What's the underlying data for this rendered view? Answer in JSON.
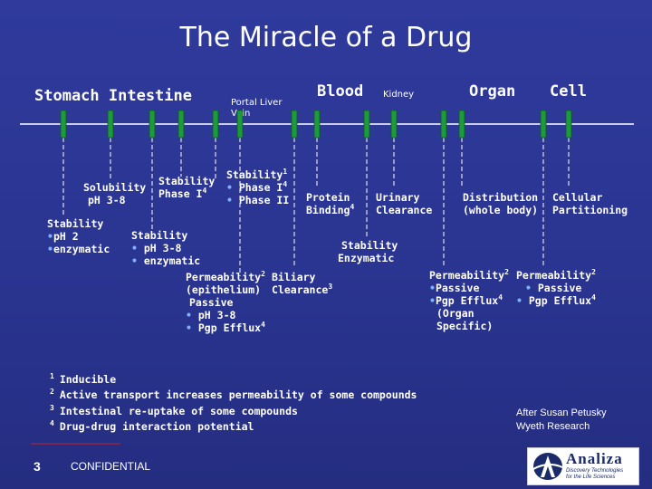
{
  "title": "The Miracle of a Drug",
  "headers": {
    "stomach_intestine": "Stomach Intestine",
    "portal_liver_vein_line1": "Portal Liver",
    "portal_liver_vein_line2": "Vein",
    "blood": "Blood",
    "kidney": "Kidney",
    "organ": "Organ",
    "cell": "Cell"
  },
  "labels": {
    "solubility": [
      "Solubility",
      "pH 3-8"
    ],
    "stability_phase1": [
      "Stability",
      "Phase I"
    ],
    "stability_ph2": {
      "title": "Stability",
      "items": [
        "pH 2",
        "enzymatic"
      ]
    },
    "stability_ph38": {
      "title": "Stability",
      "items": [
        "pH 3-8",
        "enzymatic"
      ]
    },
    "stability_liver": {
      "title": "Stability",
      "items": [
        "Phase I",
        "Phase II"
      ]
    },
    "protein_binding": [
      "Protein",
      "Binding"
    ],
    "urinary_clearance": [
      "Urinary",
      "Clearance"
    ],
    "stability_enzymatic": [
      "Stability",
      "Enzymatic"
    ],
    "permeability_epithelium": {
      "line1": "Permeability",
      "line2": "(epithelium)",
      "line3": "Passive",
      "items": [
        "pH 3-8",
        "Pgp Efflux"
      ]
    },
    "biliary_clearance": [
      "Biliary",
      "Clearance"
    ],
    "distribution": [
      "Distribution",
      "(whole body)"
    ],
    "cellular_partitioning": [
      "Cellular",
      "Partitioning"
    ],
    "permeability_organ": {
      "title": "Permeability",
      "items": [
        "Passive",
        "Pgp Efflux"
      ],
      "tail": [
        "(Organ",
        "Specific)"
      ]
    },
    "permeability_cell": {
      "title": "Permeability",
      "items": [
        "Passive",
        "Pgp Efflux"
      ]
    }
  },
  "footnotes": [
    {
      "num": "1",
      "text": "Inducible"
    },
    {
      "num": "2",
      "text": "Active transport increases permeability of some compounds"
    },
    {
      "num": "3",
      "text": "Intestinal re-uptake of some compounds"
    },
    {
      "num": "4",
      "text": "Drug-drug interaction potential"
    }
  ],
  "credit": [
    "After Susan Petusky",
    "Wyeth Research"
  ],
  "page_number": "3",
  "confidential": "CONFIDENTIAL",
  "logo": {
    "name": "Analiza",
    "tagline": [
      "Discovery Technologies",
      "for the Life Sciences"
    ]
  },
  "colors": {
    "background": "#2a3591",
    "text": "#ffffff",
    "timeline_marker": "#1e9a3c",
    "bullet": "#7fb0ff",
    "accent_line": "#cc2222"
  }
}
